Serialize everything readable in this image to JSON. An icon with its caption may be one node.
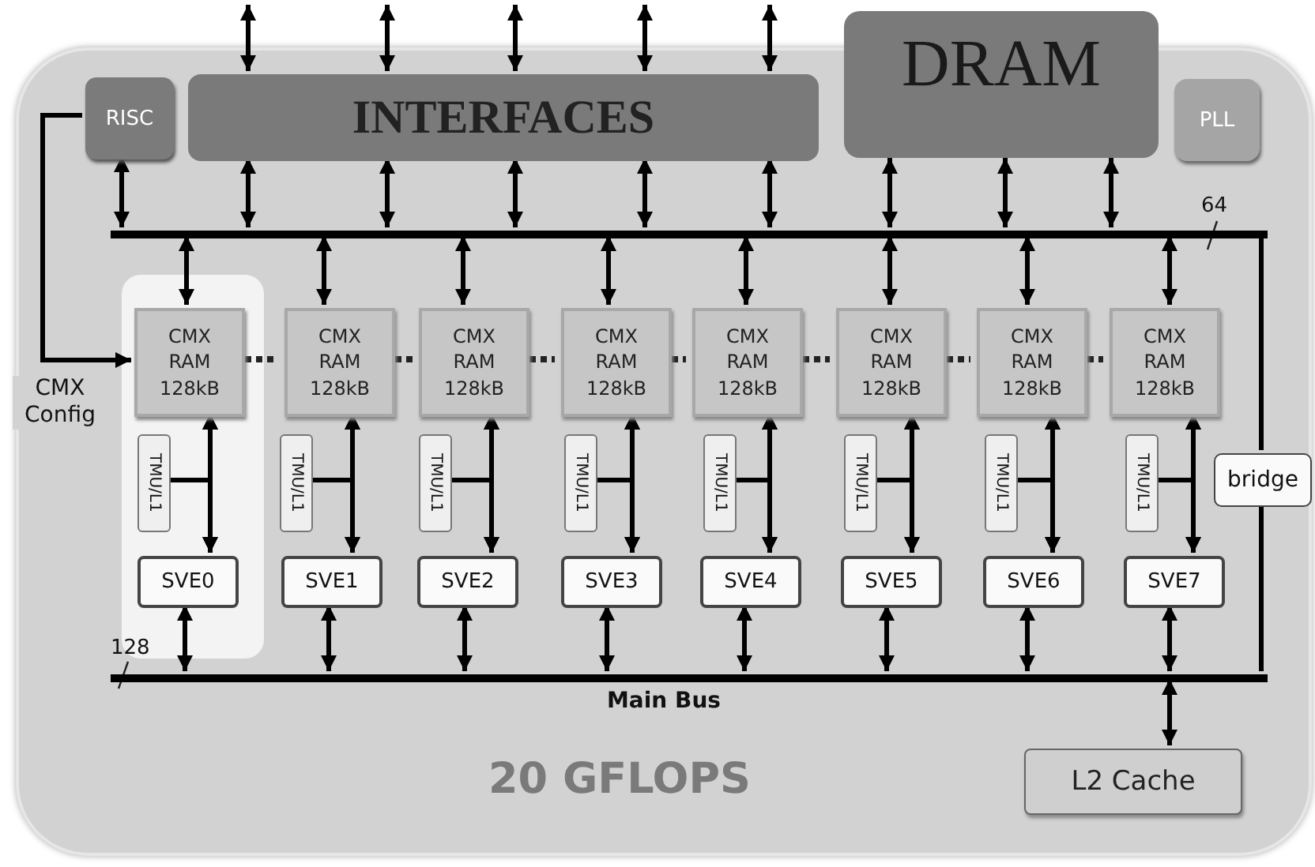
{
  "diagram": {
    "nodes": [
      {
        "text": [
          "20 GFLOPS"
        ]
      },
      {
        "text": [
          "RISC"
        ],
        "in": 0
      },
      {
        "text": [
          "INTERFACES"
        ],
        "in": 0
      },
      {
        "text": [
          "DRAM"
        ]
      },
      {
        "text": [
          "PLL"
        ],
        "in": 0
      },
      {
        "text": [],
        "shape": "bar",
        "beside": [
          "64"
        ],
        "in": 0
      },
      {
        "text": [],
        "shape": "box",
        "in": 0
      },
      {
        "text": [
          "CMX RAM 128kB"
        ],
        "in": 6
      },
      {
        "text": [
          "CMX RAM 128kB"
        ],
        "in": 0
      },
      {
        "text": [
          "CMX RAM 128kB"
        ],
        "in": 0
      },
      {
        "text": [
          "CMX RAM 128kB"
        ],
        "in": 0
      },
      {
        "text": [
          "CMX RAM 128kB"
        ],
        "in": 0
      },
      {
        "text": [
          "CMX RAM 128kB"
        ],
        "in": 0
      },
      {
        "text": [
          "CMX RAM 128kB"
        ],
        "in": 0
      },
      {
        "text": [
          "CMX RAM 128kB"
        ],
        "in": 0
      },
      {
        "text": [
          "TMU/L1"
        ],
        "in": 6
      },
      {
        "text": [
          "TMU/L1"
        ],
        "in": 0
      },
      {
        "text": [
          "TMU/L1"
        ],
        "in": 0
      },
      {
        "text": [
          "TMU/L1"
        ],
        "in": 0
      },
      {
        "text": [
          "TMU/L1"
        ],
        "in": 0
      },
      {
        "text": [
          "TMU/L1"
        ],
        "in": 0
      },
      {
        "text": [
          "TMU/L1"
        ],
        "in": 0
      },
      {
        "text": [
          "TMU/L1"
        ],
        "in": 0
      },
      {
        "text": [
          "SVE0"
        ],
        "in": 6
      },
      {
        "text": [
          "SVE1"
        ],
        "in": 0
      },
      {
        "text": [
          "SVE2"
        ],
        "in": 0
      },
      {
        "text": [
          "SVE3"
        ],
        "in": 0
      },
      {
        "text": [
          "SVE4"
        ],
        "in": 0
      },
      {
        "text": [
          "SVE5"
        ],
        "in": 0
      },
      {
        "text": [
          "SVE6"
        ],
        "in": 0
      },
      {
        "text": [
          "SVE7"
        ],
        "in": 0
      },
      {
        "text": [
          "bridge"
        ],
        "in": 0
      },
      {
        "text": [],
        "shape": "bar",
        "beside": [
          "128",
          "Main Bus"
        ],
        "in": 0
      },
      {
        "text": [
          "L2 Cache"
        ],
        "in": 0
      }
    ],
    "edges": [
      {
        "from": null,
        "to": 2,
        "arrow": "both"
      },
      {
        "from": null,
        "to": 2,
        "arrow": "both"
      },
      {
        "from": null,
        "to": 2,
        "arrow": "both"
      },
      {
        "from": null,
        "to": 2,
        "arrow": "both"
      },
      {
        "from": null,
        "to": 2,
        "arrow": "both"
      },
      {
        "from": 1,
        "to": 5,
        "arrow": "both"
      },
      {
        "from": 2,
        "to": 5,
        "arrow": "both"
      },
      {
        "from": 2,
        "to": 5,
        "arrow": "both"
      },
      {
        "from": 2,
        "to": 5,
        "arrow": "both"
      },
      {
        "from": 2,
        "to": 5,
        "arrow": "both"
      },
      {
        "from": 2,
        "to": 5,
        "arrow": "both"
      },
      {
        "from": 3,
        "to": 5,
        "arrow": "both"
      },
      {
        "from": 3,
        "to": 5,
        "arrow": "both"
      },
      {
        "from": 3,
        "to": 5,
        "arrow": "both"
      },
      {
        "from": 5,
        "to": 7,
        "arrow": "both"
      },
      {
        "from": 5,
        "to": 8,
        "arrow": "both"
      },
      {
        "from": 5,
        "to": 9,
        "arrow": "both"
      },
      {
        "from": 5,
        "to": 10,
        "arrow": "both"
      },
      {
        "from": 5,
        "to": 11,
        "arrow": "both"
      },
      {
        "from": 5,
        "to": 12,
        "arrow": "both"
      },
      {
        "from": 5,
        "to": 13,
        "arrow": "both"
      },
      {
        "from": 5,
        "to": 14,
        "arrow": "both"
      },
      {
        "from": 7,
        "to": 8,
        "arrow": "none",
        "style": "dashed"
      },
      {
        "from": 8,
        "to": 9,
        "arrow": "none",
        "style": "dashed"
      },
      {
        "from": 9,
        "to": 10,
        "arrow": "none",
        "style": "dashed"
      },
      {
        "from": 10,
        "to": 11,
        "arrow": "none",
        "style": "dashed"
      },
      {
        "from": 11,
        "to": 12,
        "arrow": "none",
        "style": "dashed"
      },
      {
        "from": 12,
        "to": 13,
        "arrow": "none",
        "style": "dashed"
      },
      {
        "from": 13,
        "to": 14,
        "arrow": "none",
        "style": "dashed"
      },
      {
        "from": 7,
        "to": 23,
        "arrow": "both"
      },
      {
        "from": 8,
        "to": 24,
        "arrow": "both"
      },
      {
        "from": 9,
        "to": 25,
        "arrow": "both"
      },
      {
        "from": 10,
        "to": 26,
        "arrow": "both"
      },
      {
        "from": 11,
        "to": 27,
        "arrow": "both"
      },
      {
        "from": 12,
        "to": 28,
        "arrow": "both"
      },
      {
        "from": 13,
        "to": 29,
        "arrow": "both"
      },
      {
        "from": 14,
        "to": 30,
        "arrow": "both"
      },
      {
        "from": 15,
        "to": 7,
        "arrow": "to"
      },
      {
        "from": 15,
        "to": 23,
        "arrow": "to"
      },
      {
        "from": 16,
        "to": 8,
        "arrow": "to"
      },
      {
        "from": 16,
        "to": 24,
        "arrow": "to"
      },
      {
        "from": 17,
        "to": 9,
        "arrow": "to"
      },
      {
        "from": 17,
        "to": 25,
        "arrow": "to"
      },
      {
        "from": 18,
        "to": 10,
        "arrow": "to"
      },
      {
        "from": 18,
        "to": 26,
        "arrow": "to"
      },
      {
        "from": 19,
        "to": 11,
        "arrow": "to"
      },
      {
        "from": 19,
        "to": 27,
        "arrow": "to"
      },
      {
        "from": 20,
        "to": 12,
        "arrow": "to"
      },
      {
        "from": 20,
        "to": 28,
        "arrow": "to"
      },
      {
        "from": 21,
        "to": 13,
        "arrow": "to"
      },
      {
        "from": 21,
        "to": 29,
        "arrow": "to"
      },
      {
        "from": 22,
        "to": 14,
        "arrow": "to"
      },
      {
        "from": 22,
        "to": 30,
        "arrow": "to"
      },
      {
        "from": 23,
        "to": 32,
        "arrow": "both"
      },
      {
        "from": 24,
        "to": 32,
        "arrow": "both"
      },
      {
        "from": 25,
        "to": 32,
        "arrow": "both"
      },
      {
        "from": 26,
        "to": 32,
        "arrow": "both"
      },
      {
        "from": 27,
        "to": 32,
        "arrow": "both"
      },
      {
        "from": 28,
        "to": 32,
        "arrow": "both"
      },
      {
        "from": 29,
        "to": 32,
        "arrow": "both"
      },
      {
        "from": 30,
        "to": 32,
        "arrow": "both"
      },
      {
        "from": 5,
        "to": 31,
        "arrow": "none"
      },
      {
        "from": 31,
        "to": 32,
        "arrow": "none"
      },
      {
        "from": 32,
        "to": 33,
        "arrow": "both"
      },
      {
        "from": 1,
        "to": 7,
        "arrow": "to",
        "label": "CMX Config"
      }
    ]
  }
}
